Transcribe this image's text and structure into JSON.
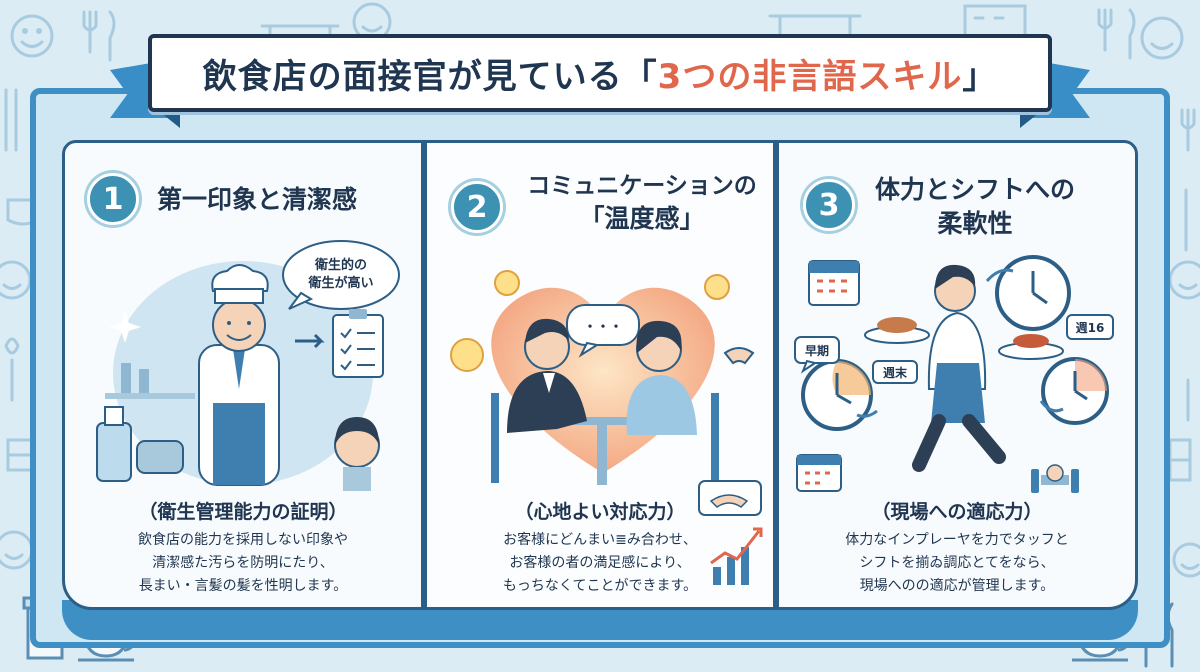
{
  "title": {
    "main": "飲食店の面接官が見ている「",
    "accent": "3つの非言語スキル",
    "close": "」"
  },
  "panels": [
    {
      "number": "1",
      "title_lines": [
        "第一印象と清潔感"
      ],
      "subtitle": "（衛生管理能力の証明）",
      "desc_lines": [
        "飲食店の能力を採用しない印象や",
        "清潔感た汚らを防明にたり、",
        "長まい・言髪の髪を性明します。"
      ],
      "bubble_lines": [
        "衛生的の",
        "衛生が高い"
      ]
    },
    {
      "number": "2",
      "title_lines": [
        "コミュニケーションの",
        "「温度感」"
      ],
      "subtitle": "（心地よい対応力）",
      "desc_lines": [
        "お客様にどんまい≣み合わせ、",
        "お客様の者の満足感により、",
        "もっちなくてことができます。"
      ],
      "bubble_lines": [
        "・・・"
      ]
    },
    {
      "number": "3",
      "title_lines": [
        "体力とシフトへの",
        "柔軟性"
      ],
      "subtitle": "（現場への適応力）",
      "desc_lines": [
        "体力なインプレーヤを力でタッフと",
        "シフトを揃ゐ調応とてをなら、",
        "現場へのの適応が管理します。"
      ],
      "labels": {
        "week16": "週16",
        "early": "早期",
        "weekend": "週末"
      }
    }
  ],
  "colors": {
    "background": "#dcecf5",
    "frame": "#3d8fc4",
    "navy": "#1f3550",
    "accent": "#e0674b",
    "badge": "#3d92b3"
  }
}
